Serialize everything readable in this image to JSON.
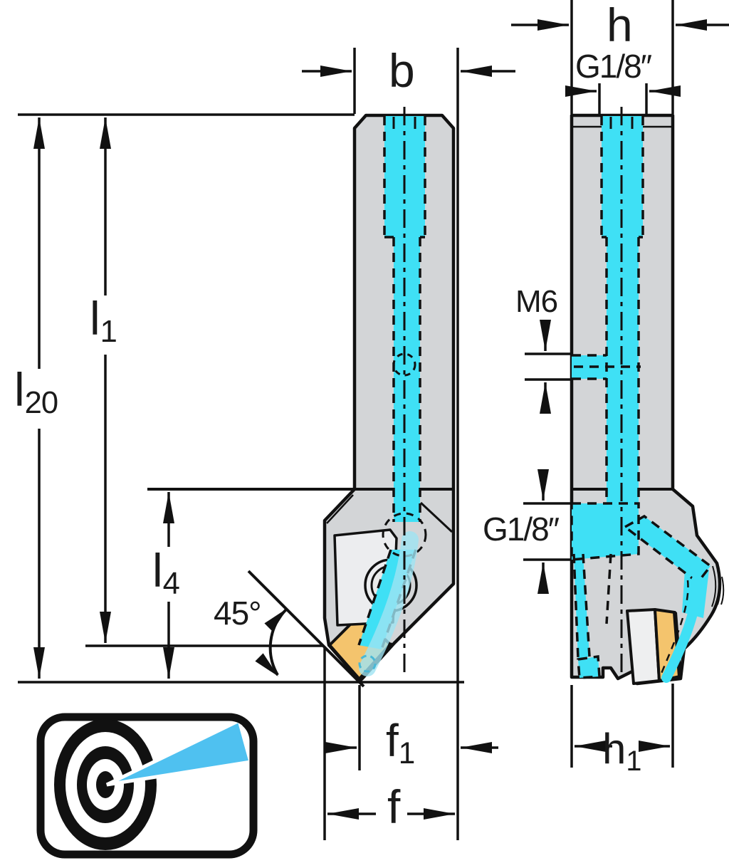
{
  "drawing": {
    "kind": "toolholder-dimension-drawing",
    "views": {
      "left": "front-view",
      "right": "side-view"
    }
  },
  "colors": {
    "coolant_cyan": "#3FE0F5",
    "coolant_flow_light": "#9FE4F2",
    "icon_jet_blue": "#4FC1F0",
    "body_gray": "#D3D5D7",
    "clamp_gray": "#ECEDEF",
    "insert_yellow": "#F4C46D",
    "line_black": "#111111"
  },
  "labels": {
    "b": "b",
    "h": "h",
    "g18_top": "G1/8″",
    "m6": "M6",
    "g18_side": "G1/8″",
    "l1": {
      "base": "l",
      "sub": "1"
    },
    "l20": {
      "base": "l",
      "sub": "20"
    },
    "l4": {
      "base": "l",
      "sub": "4"
    },
    "angle45": "45°",
    "f1": {
      "base": "f",
      "sub": "1"
    },
    "f": "f",
    "h1": {
      "base": "h",
      "sub": "1"
    }
  },
  "icon": {
    "name": "precision-coolant-target-icon"
  }
}
